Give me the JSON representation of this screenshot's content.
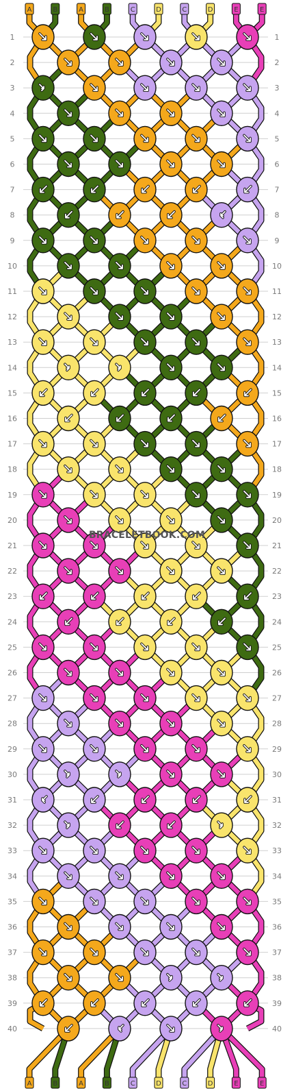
{
  "colors": {
    "A": "#f4a81c",
    "B": "#3e6b12",
    "C": "#c6a4ef",
    "D": "#f9e46c",
    "E": "#e83fb7",
    "outline": "#111111",
    "grid": "#cfcfcf",
    "arrow": "#ffffff"
  },
  "string_labels": [
    "A",
    "B",
    "A",
    "B",
    "C",
    "D",
    "C",
    "D",
    "E",
    "E"
  ],
  "row_labels": [
    "1",
    "2",
    "3",
    "4",
    "5",
    "6",
    "7",
    "8",
    "9",
    "10",
    "11",
    "12",
    "13",
    "14",
    "15",
    "16",
    "17",
    "18",
    "19",
    "20",
    "21",
    "22",
    "23",
    "24",
    "25",
    "26",
    "27",
    "28",
    "29",
    "30",
    "31",
    "32",
    "33",
    "34",
    "35",
    "36",
    "37",
    "38",
    "39",
    "40"
  ],
  "watermark": "BRACELETBOOK.COM",
  "knot_icons": {
    "f": "arrow-down-right-icon",
    "b": "arrow-down-left-icon",
    "fb": "arrow-forward-backward-icon",
    "bf": "arrow-backward-forward-icon"
  },
  "knots": [
    [
      "A:f",
      "B:f",
      "C:f",
      "D:f",
      "E:f"
    ],
    [
      "A:f",
      "A:f",
      "C:f",
      "C:f"
    ],
    [
      "B:fb",
      "A:f",
      "C:f",
      "C:f",
      "C:f"
    ],
    [
      "B:f",
      "A:f",
      "A:f",
      "C:f"
    ],
    [
      "B:f",
      "B:f",
      "A:f",
      "A:f",
      "C:f"
    ],
    [
      "B:f",
      "B:f",
      "A:f",
      "A:f"
    ],
    [
      "B:b",
      "B:b",
      "A:b",
      "A:b",
      "C:b"
    ],
    [
      "B:b",
      "A:b",
      "A:b",
      "C:bf"
    ],
    [
      "B:f",
      "B:f",
      "A:f",
      "A:f",
      "C:f"
    ],
    [
      "B:f",
      "B:f",
      "A:f",
      "A:f"
    ],
    [
      "D:f",
      "B:f",
      "B:f",
      "A:f",
      "A:f"
    ],
    [
      "D:f",
      "B:f",
      "B:f",
      "A:f"
    ],
    [
      "D:f",
      "D:f",
      "B:f",
      "B:f",
      "A:f"
    ],
    [
      "D:fb",
      "D:fb",
      "B:f",
      "B:f"
    ],
    [
      "D:b",
      "D:b",
      "B:b",
      "B:b",
      "A:b"
    ],
    [
      "D:b",
      "B:b",
      "B:b",
      "A:b"
    ],
    [
      "D:f",
      "D:f",
      "B:f",
      "B:f",
      "A:f"
    ],
    [
      "D:f",
      "D:f",
      "B:f",
      "B:f"
    ],
    [
      "E:f",
      "D:f",
      "D:f",
      "B:f",
      "B:f"
    ],
    [
      "E:f",
      "D:f",
      "D:f",
      "B:f"
    ],
    [
      "E:f",
      "E:f",
      "D:f",
      "D:f",
      "B:f"
    ],
    [
      "E:f",
      "E:f",
      "D:f",
      "D:f"
    ],
    [
      "E:b",
      "E:b",
      "D:b",
      "D:b",
      "B:b"
    ],
    [
      "E:b",
      "D:b",
      "D:b",
      "B:b"
    ],
    [
      "E:f",
      "E:f",
      "D:f",
      "D:f",
      "B:f"
    ],
    [
      "E:f",
      "E:f",
      "D:f",
      "D:f"
    ],
    [
      "C:f",
      "E:f",
      "E:f",
      "D:f",
      "D:f"
    ],
    [
      "C:f",
      "E:f",
      "E:f",
      "D:f"
    ],
    [
      "C:f",
      "C:f",
      "E:f",
      "E:f",
      "D:f"
    ],
    [
      "C:fb",
      "C:fb",
      "E:f",
      "E:f"
    ],
    [
      "C:bf",
      "C:b",
      "E:b",
      "E:b",
      "D:b"
    ],
    [
      "C:fb",
      "E:b",
      "E:b",
      "D:fb"
    ],
    [
      "C:f",
      "C:f",
      "E:f",
      "E:f",
      "D:f"
    ],
    [
      "C:f",
      "C:f",
      "E:f",
      "E:f"
    ],
    [
      "A:f",
      "C:f",
      "C:f",
      "E:f",
      "E:f"
    ],
    [
      "A:f",
      "C:f",
      "C:f",
      "E:f"
    ],
    [
      "A:f",
      "A:f",
      "C:f",
      "C:f",
      "E:f"
    ],
    [
      "A:f",
      "A:f",
      "C:fb",
      "C:fb"
    ],
    [
      "A:b",
      "A:b",
      "C:b",
      "C:b",
      "E:b"
    ],
    [
      "A:b",
      "C:bf",
      "C:f",
      "E:fb"
    ]
  ]
}
